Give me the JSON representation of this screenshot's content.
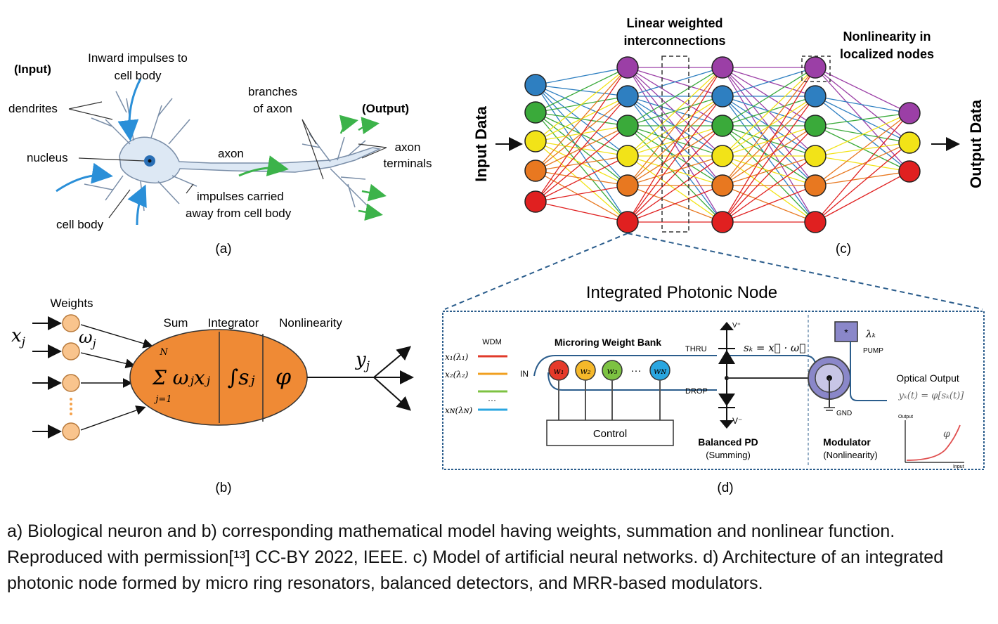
{
  "panel_a": {
    "input": "(Input)",
    "inward": "Inward impulses to",
    "inward2": "cell body",
    "dendrites": "dendrites",
    "nucleus": "nucleus",
    "cell_body": "cell body",
    "branches": "branches",
    "branches2": "of axon",
    "axon": "axon",
    "impulses": "impulses carried",
    "impulses2": "away from cell body",
    "output": "(Output)",
    "axon_terminals": "axon",
    "axon_terminals2": "terminals",
    "label": "(a)"
  },
  "panel_b": {
    "weights": "Weights",
    "xj": "x",
    "xj_sub": "j",
    "wj": "ω",
    "wj_sub": "j",
    "sum": "Sum",
    "integrator": "Integrator",
    "nonlinearity": "Nonlinearity",
    "sum_formula": "Σ ωⱼxⱼ",
    "sum_top": "N",
    "sum_bottom": "j=1",
    "integral": "∫sⱼ",
    "phi": "φ",
    "yj": "y",
    "yj_sub": "j",
    "label": "(b)"
  },
  "panel_c": {
    "linear_weighted": "Linear weighted",
    "interconnections": "interconnections",
    "nonlinearity_in": "Nonlinearity in",
    "localized_nodes": "localized nodes",
    "input_data": "Input Data",
    "output_data": "Output Data",
    "label": "(c)",
    "node_colors": [
      "#2e7fc1",
      "#3aaa3a",
      "#f2e318",
      "#e87820",
      "#e02020",
      "#9b3fa6"
    ]
  },
  "panel_d": {
    "title": "Integrated Photonic Node",
    "wdm": "WDM",
    "x1": "x₁(λ₁)",
    "x2": "x₂(λ₂)",
    "dots": "···",
    "xn": "xɴ(λɴ)",
    "in": "IN",
    "weight_bank": "Microring Weight Bank",
    "w1": "w₁",
    "w2": "w₂",
    "w3": "w₃",
    "wn": "wɴ",
    "thru": "THRU",
    "drop": "DROP",
    "control": "Control",
    "vplus": "V⁺",
    "vminus": "V⁻",
    "sk": "sₖ = x⃗ · ω⃗",
    "balanced_pd": "Balanced PD",
    "summing": "(Summing)",
    "lambda_k": "λₖ",
    "pump": "PUMP",
    "optical_output": "Optical Output",
    "yk": "yₖ(t) = φ[sₖ(t)]",
    "gnd": "GND",
    "modulator": "Modulator",
    "nonlin": "(Nonlinearity)",
    "output_axis": "Output",
    "input_axis": "Input",
    "phi": "φ",
    "label": "(d)"
  },
  "caption": "a) Biological neuron and b) corresponding mathematical model having weights, summation and nonlinear function. Reproduced with permission[¹³] CC-BY 2022, IEEE. c) Model of artificial neural networks. d) Architecture of an integrated photonic node formed by micro ring resonators, balanced detectors, and MRR-based modulators."
}
